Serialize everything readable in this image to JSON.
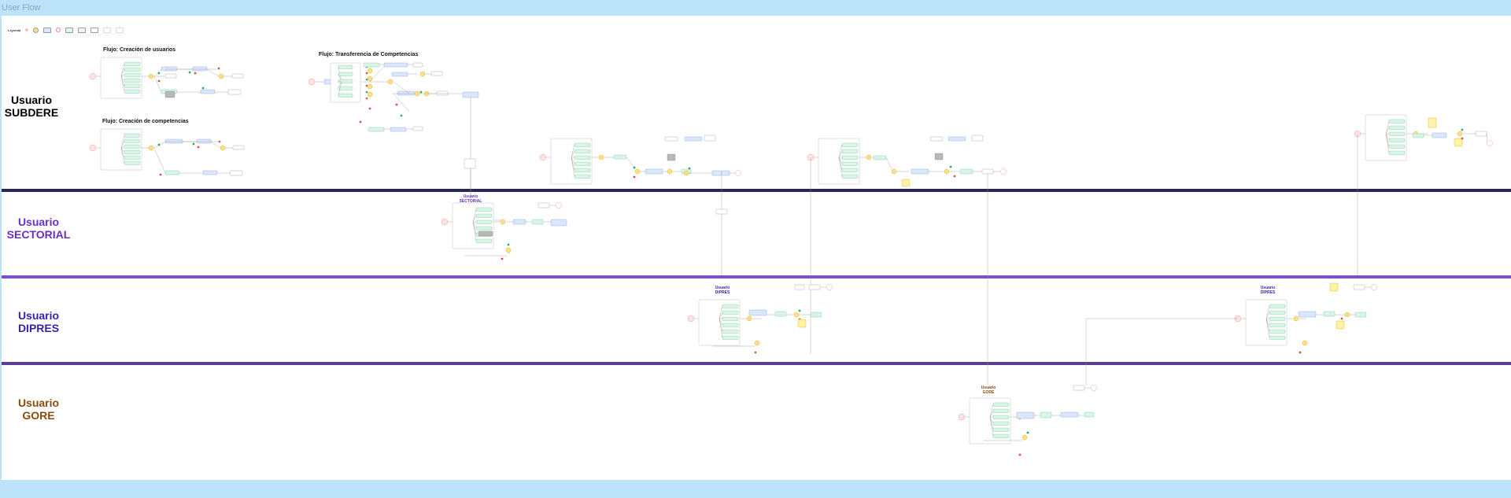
{
  "frame_title": "User Flow",
  "legend": {
    "label": "Leyenda",
    "colors": {
      "start": "#f6c3c3",
      "process": "#dbe6ff",
      "option": "#d9f5e6",
      "decision": "#ffe08a",
      "yes": "#27ae60",
      "no": "#e74c3c",
      "note": "#fff3a8"
    }
  },
  "lanes": [
    {
      "label_line1": "Usuario",
      "label_line2": "SUBDERE",
      "color": "#000000"
    },
    {
      "label_line1": "Usuario",
      "label_line2": "SECTORIAL",
      "color": "#6a2fc2"
    },
    {
      "label_line1": "Usuario",
      "label_line2": "DIPRES",
      "color": "#3a1fb0"
    },
    {
      "label_line1": "Usuario",
      "label_line2": "GORE",
      "color": "#8a4a0c"
    }
  ],
  "separators": {
    "sep1": "#2c2653",
    "sep2": "#7b4fc9",
    "sep3": "#5b3d8f"
  },
  "flows": {
    "creacion_usuarios": "Flujo: Creación de usuarios",
    "creacion_competencias": "Flujo: Creación de competencias",
    "transferencia": "Flujo: Transferencia de Competencias"
  },
  "sub_titles": {
    "sectorial_line1": "Usuario",
    "sectorial_line2": "SECTORIAL",
    "dipres1_line1": "Usuario",
    "dipres1_line2": "DIPRES",
    "dipres2_line1": "Usuario",
    "dipres2_line2": "DIPRES",
    "gore_line1": "Usuario",
    "gore_line2": "GORE"
  }
}
